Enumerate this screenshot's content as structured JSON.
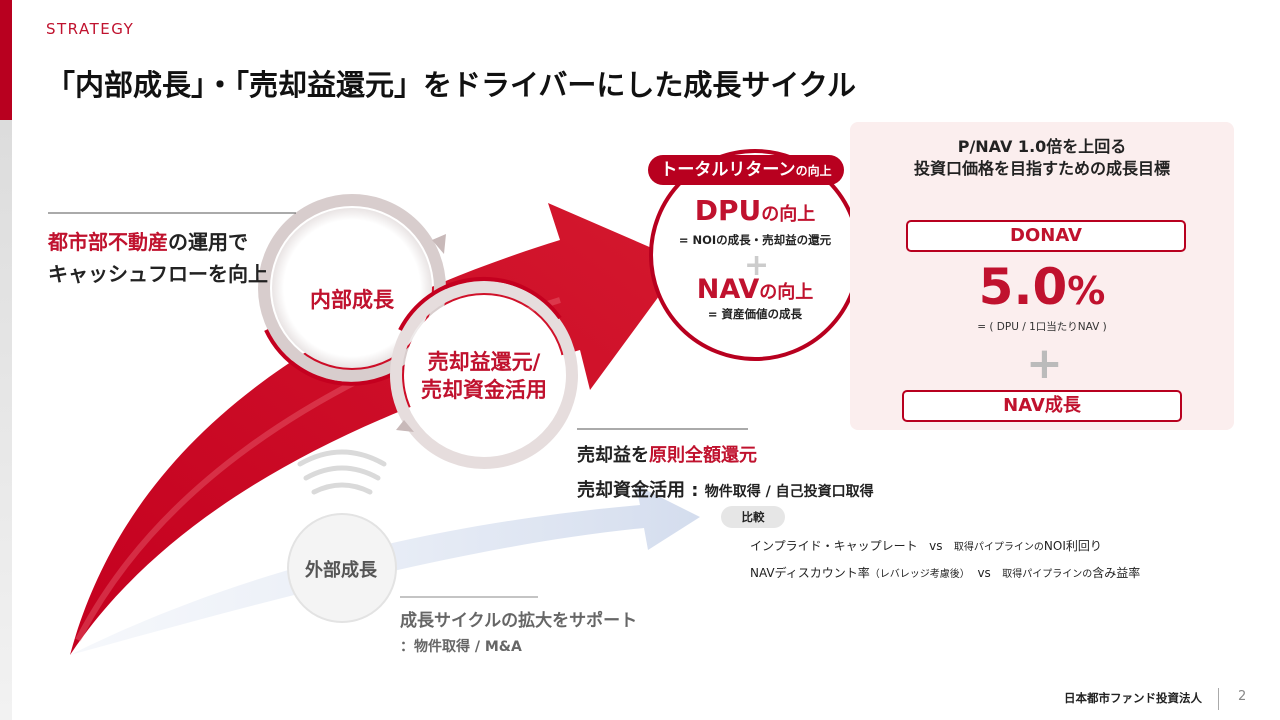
{
  "header": {
    "section": "STRATEGY",
    "title": "「内部成長」・「売却益還元」をドライバーにした成長サイクル"
  },
  "left_text": {
    "line1_red": "都市部不動産",
    "line1_rest": "の運用で",
    "line2": "キャッシュフローを向上"
  },
  "cycle": {
    "internal": "内部成長",
    "sale_line1": "売却益還元/",
    "sale_line2": "売却資金活用"
  },
  "total_return": {
    "pill_main": "トータルリターン",
    "pill_suffix": "の向上",
    "dpu": "DPU",
    "dpu_suffix": "の向上",
    "dpu_sub": "= NOIの成長・売却益の還元",
    "plus": "+",
    "nav": "NAV",
    "nav_suffix": "の向上",
    "nav_sub": "= 資産価値の成長"
  },
  "target_panel": {
    "title_line1": "P/NAV 1.0倍を上回る",
    "title_line2": "投資口価格を目指すための成長目標",
    "donav_label": "DONAV",
    "target_value": "5.0",
    "target_unit": "%",
    "target_sub": "= ( DPU / 1口当たりNAV )",
    "plus": "+",
    "nav_growth": "NAV成長"
  },
  "sale_section": {
    "line1_a": "売却益を",
    "line1_b": "原則全額還元",
    "line2_a": "売却資金活用 : ",
    "line2_b": "物件取得 / 自己投資口取得",
    "compare_label": "比較",
    "compare_rows": [
      {
        "a": "インプライド・キャップレート",
        "vs": "vs",
        "b": "取得パイプラインの",
        "c": "NOI利回り"
      },
      {
        "a": "NAVディスカウント率",
        "a_small": "（レバレッジ考慮後）",
        "vs": "vs",
        "b": "取得パイプラインの",
        "c": "含み益率"
      }
    ]
  },
  "external": {
    "label": "外部成長",
    "support_line1": "成長サイクルの拡大をサポート",
    "support_line2": "：物件取得 / M&A"
  },
  "footer": {
    "company": "日本都市ファンド投資法人",
    "page": "2"
  },
  "colors": {
    "accent": "#c0122e",
    "dark_red": "#b8001f",
    "panel_bg": "#fbeeee"
  }
}
